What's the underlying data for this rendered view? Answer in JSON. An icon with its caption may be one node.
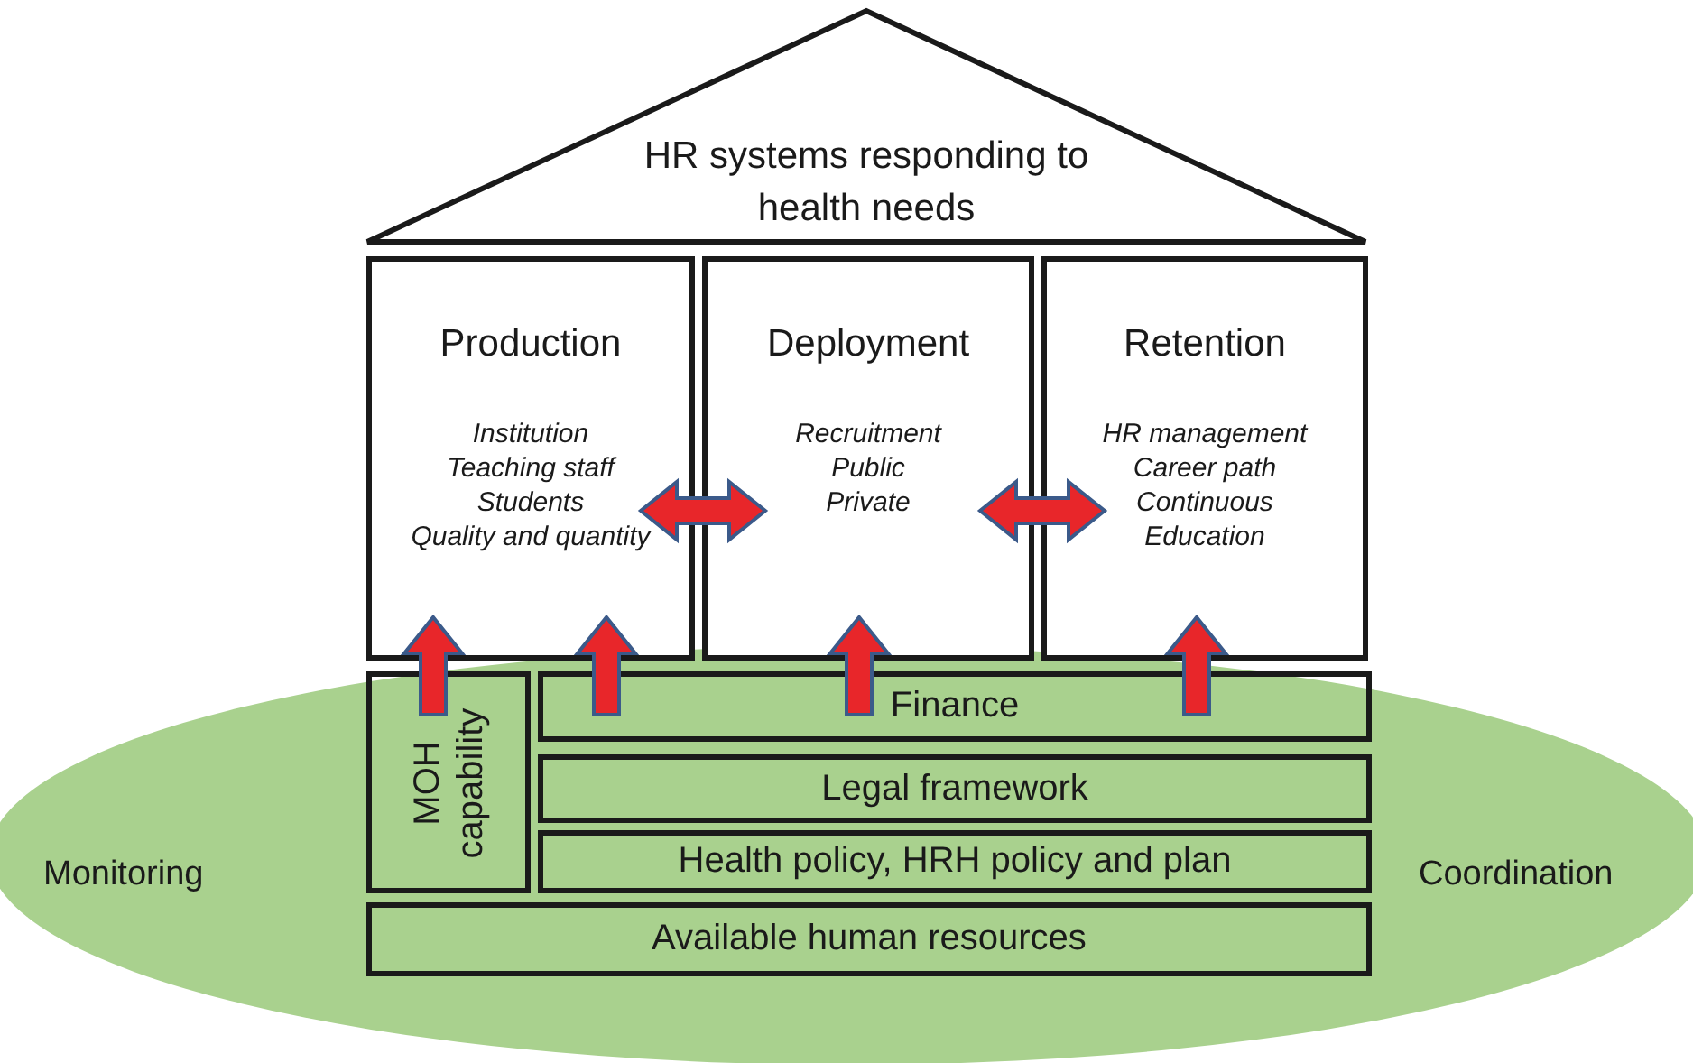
{
  "diagram": {
    "nodes": [
      {
        "text": [
          "HR systems responding to health needs"
        ]
      },
      {
        "text": [
          "Production",
          "Institution",
          "Teaching staff",
          "Students",
          "Quality and quantity"
        ]
      },
      {
        "text": [
          "Deployment",
          "Recruitment",
          "Public",
          "Private"
        ]
      },
      {
        "text": [
          "Retention",
          "HR management",
          "Career path",
          "Continuous Education"
        ]
      },
      {
        "text": [
          "MOH capability"
        ]
      },
      {
        "text": [
          "Finance"
        ]
      },
      {
        "text": [
          "Legal framework"
        ]
      },
      {
        "text": [
          "Health policy, HRH policy and plan"
        ]
      },
      {
        "text": [
          "Available human resources"
        ]
      }
    ],
    "edges": [
      {
        "from": 1,
        "to": 2,
        "arrow": "both"
      },
      {
        "from": 2,
        "to": 3,
        "arrow": "both"
      },
      {
        "from": 4,
        "to": 1,
        "arrow": "to"
      },
      {
        "from": 5,
        "to": 1,
        "arrow": "to"
      },
      {
        "from": 5,
        "to": 2,
        "arrow": "to"
      },
      {
        "from": 5,
        "to": 3,
        "arrow": "to"
      }
    ],
    "labels": [
      "Monitoring",
      "Coordination"
    ]
  }
}
